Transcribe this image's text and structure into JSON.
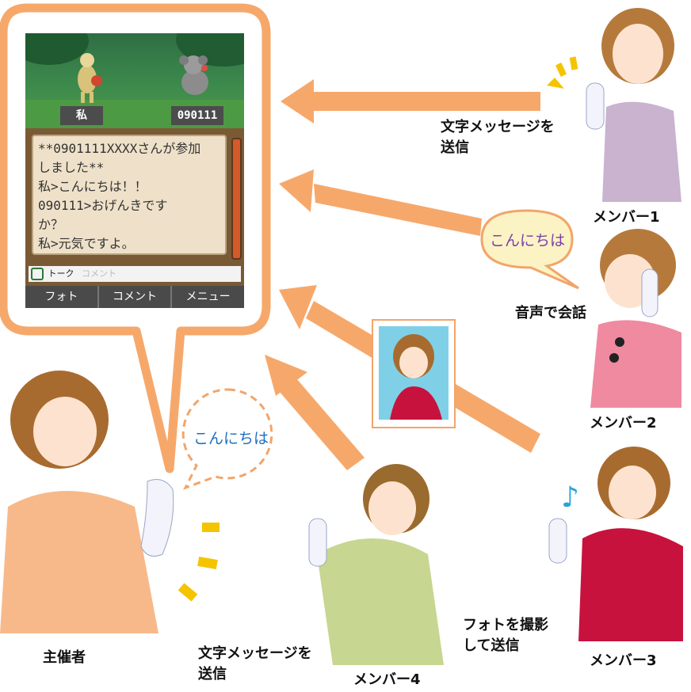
{
  "phone": {
    "player_left": "私",
    "player_right": "090111",
    "messages": [
      "**0901111XXXXさんが参加",
      "しました**",
      "私>こんにちは！！",
      "090111>おげんきです",
      "か？",
      "私>元気ですよ。"
    ],
    "tab_talk": "トーク",
    "tab_comment": "コメント",
    "softkeys": [
      "フォト",
      "コメント",
      "メニュー"
    ]
  },
  "labels": {
    "member1": "メンバー1",
    "member2": "メンバー2",
    "member3": "メンバー3",
    "member4": "メンバー4",
    "host": "主催者",
    "send_text_top": "文字メッセージを\n送信",
    "voice_chat": "音声で会話",
    "photo_send": "フォトを撮影\nして送信",
    "send_text_bottom": "文字メッセージを\n送信"
  },
  "bubbles": {
    "member2_speech": "こんにちは",
    "host_speech": "こんにちは"
  },
  "colors": {
    "orange": "#f6a86b",
    "bubble_fill": "#fbf3c4",
    "host_bubble_text": "#1c6fc0",
    "member2_bubble_text": "#7a3fa8"
  }
}
